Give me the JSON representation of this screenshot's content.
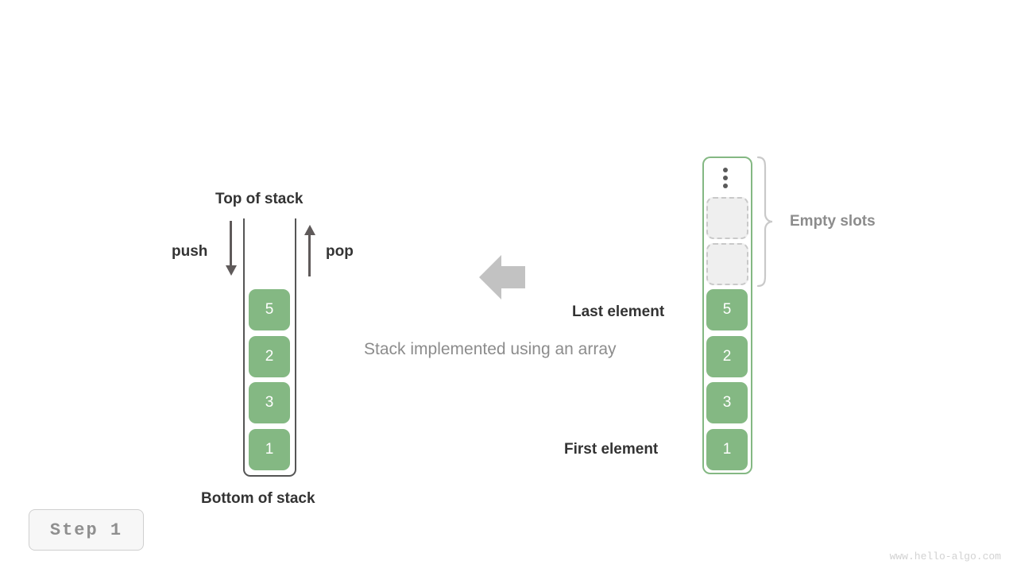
{
  "diagram": {
    "caption": "Stack implemented using an array",
    "step_badge": "Step 1",
    "watermark": "www.hello-algo.com",
    "colors": {
      "cell_fill": "#84b883",
      "cell_text": "#ffffff",
      "array_border": "#84b883",
      "empty_slot_fill": "#efefef",
      "empty_slot_border": "#c9c9c9",
      "wall": "#555555",
      "arrow": "#5f5a5a",
      "flow_arrow": "#c2c2c2",
      "label_dark": "#333333",
      "label_gray": "#8c8c8c"
    }
  },
  "stack": {
    "top_label": "Top of stack",
    "bottom_label": "Bottom of stack",
    "push_label": "push",
    "pop_label": "pop",
    "values": [
      "5",
      "2",
      "3",
      "1"
    ]
  },
  "array": {
    "values": [
      "5",
      "2",
      "3",
      "1"
    ],
    "empty_slots_label": "Empty slots",
    "empty_slot_count": 2,
    "last_element_label": "Last element",
    "first_element_label": "First element",
    "continuation_icon": "vertical-dots-icon"
  }
}
